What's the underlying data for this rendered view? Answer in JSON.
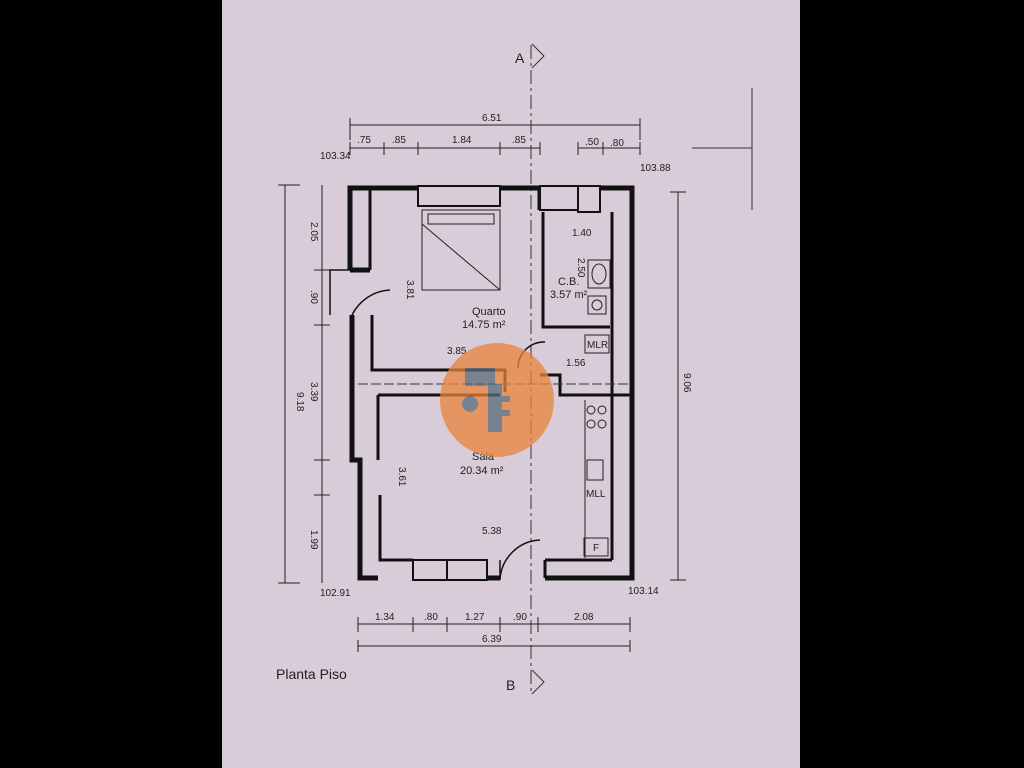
{
  "drawing": {
    "title": "Planta Piso",
    "section_top": "A",
    "section_bottom": "B",
    "levels": {
      "top_left": "103.34",
      "top_right": "103.88",
      "bottom_left": "102.91",
      "bottom_right": "103.14"
    },
    "top_dims": {
      "overall": "6.51",
      "d1": ".75",
      "d2": ".85",
      "d3": "1.84",
      "d4": ".85",
      "d5": ".50",
      "d6": ".80"
    },
    "bottom_dims": {
      "overall": "6.39",
      "d1": "1.34",
      "d2": ".80",
      "d3": "1.27",
      "d4": ".90",
      "d5": "2.08"
    },
    "left_dims": {
      "overall": "9.18",
      "d1": "2.05",
      "d2": ".90",
      "d3": "3.39",
      "d4": "1.99"
    },
    "right_dims": {
      "overall": "9.06"
    },
    "rooms": {
      "quarto": {
        "name": "Quarto",
        "area": "14.75 m²",
        "width": "3.85",
        "height": "3.81"
      },
      "cb": {
        "name": "C.B.",
        "area": "3.57 m²",
        "width": "1.40",
        "height": "2.50",
        "depth": "1.56"
      },
      "sala": {
        "name": "Sala",
        "area": "20.34 m²",
        "width": "5.38",
        "height": "3.61"
      }
    },
    "fixtures": {
      "mlr": "MLR",
      "mll": "MLL",
      "f": "F"
    },
    "colors": {
      "sheet": "#d8ccd8",
      "ink": "#111111",
      "watermark": "#e8833a"
    },
    "icons": [
      "key-watermark-icon"
    ]
  }
}
